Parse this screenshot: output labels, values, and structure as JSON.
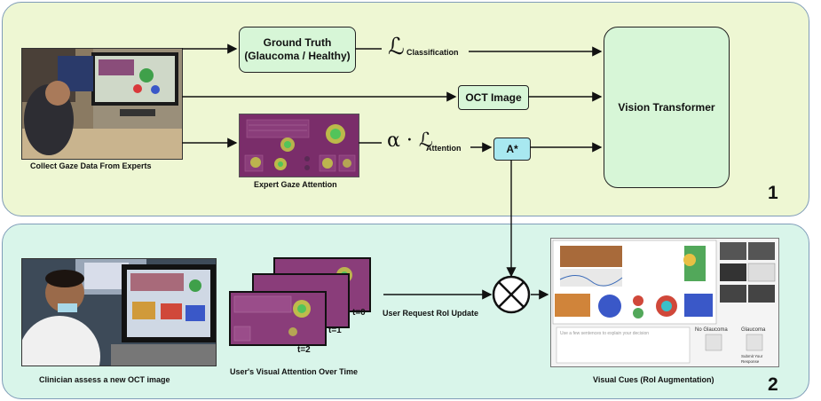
{
  "panel1": {
    "number": "1",
    "photo_caption": "Collect Gaze Data From Experts",
    "ground_truth": {
      "line1": "Ground Truth",
      "line2": "(Glaucoma / Healthy)"
    },
    "loss_classification_symbol": "ℒ",
    "loss_classification_sub": "Classification",
    "oct_image": "OCT Image",
    "vision_transformer": "Vision Transformer",
    "gaze_caption": "Expert Gaze Attention",
    "alpha": "α · ℒ",
    "loss_attention_sub": "Attention",
    "astar": "A*"
  },
  "panel2": {
    "number": "2",
    "photo_caption": "Clinician assess a new OCT image",
    "attention_caption": "User's Visual Attention Over Time",
    "t0": "t=0",
    "t1": "t=1",
    "t2": "t=2",
    "request_label": "User Request RoI Update",
    "visual_cues_caption": "Visual Cues (RoI Augmentation)",
    "ui_placeholder": "Use a few sentences to explain your decision",
    "no_glaucoma": "No Glaucoma",
    "glaucoma": "Glaucoma",
    "submit": "Submit Your Response"
  },
  "colors": {
    "panel1_bg": "#eef7d3",
    "panel2_bg": "#d9f5ea",
    "box_fill": "#d7f6d7",
    "astar_fill": "#a8e8f0",
    "heatmap_bg": "#7a2d6a"
  }
}
